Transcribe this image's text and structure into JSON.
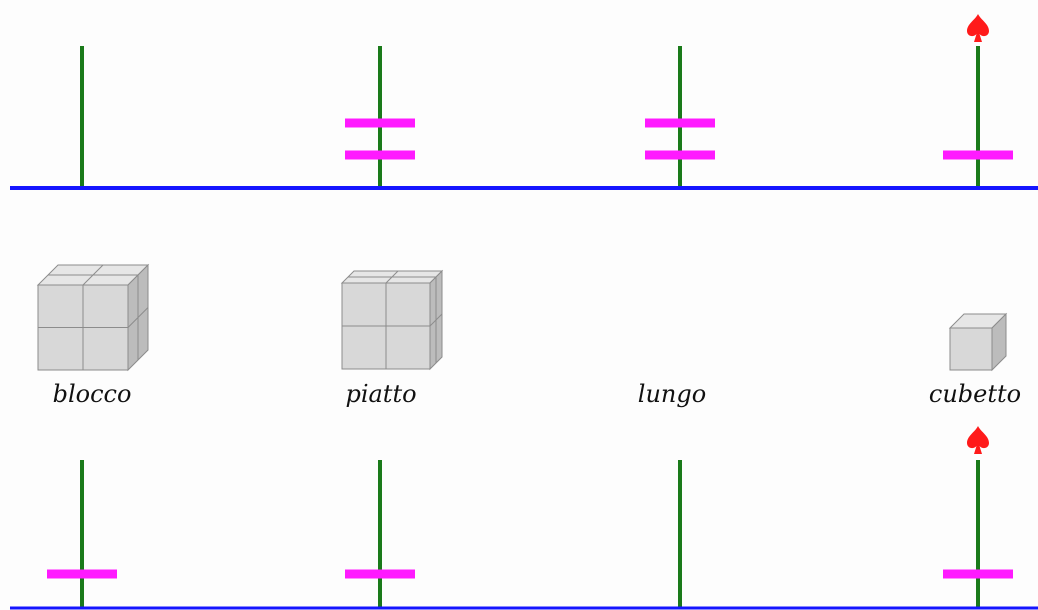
{
  "colors": {
    "background": "#fdfdfd",
    "baseline": "#1515ff",
    "rod": "#1a7a1a",
    "bar": "#ff1aff",
    "spade": "#ff1a1a",
    "cube_face": "#d8d8d8",
    "cube_side": "#bcbcbc",
    "cube_top": "#e6e6e6",
    "cube_edge": "#8c8c8c"
  },
  "top_panel": {
    "columns": [
      {
        "bars": 0,
        "spade": false
      },
      {
        "bars": 2,
        "spade": false
      },
      {
        "bars": 2,
        "spade": false
      },
      {
        "bars": 1,
        "spade": true,
        "spade_icon": "spade-icon"
      }
    ]
  },
  "blocks": [
    {
      "label": "blocco",
      "shape": "cube-2x2x2",
      "icon": "large-block-icon"
    },
    {
      "label": "piatto",
      "shape": "cube-2x2x1",
      "icon": "flat-block-icon"
    },
    {
      "label": "lungo",
      "shape": "none"
    },
    {
      "label": "cubetto",
      "shape": "cube-1x1x1",
      "icon": "small-cube-icon"
    }
  ],
  "bottom_panel": {
    "columns": [
      {
        "bars": 1,
        "spade": false
      },
      {
        "bars": 1,
        "spade": false
      },
      {
        "bars": 0,
        "spade": false
      },
      {
        "bars": 1,
        "spade": true,
        "spade_icon": "spade-icon"
      }
    ]
  }
}
